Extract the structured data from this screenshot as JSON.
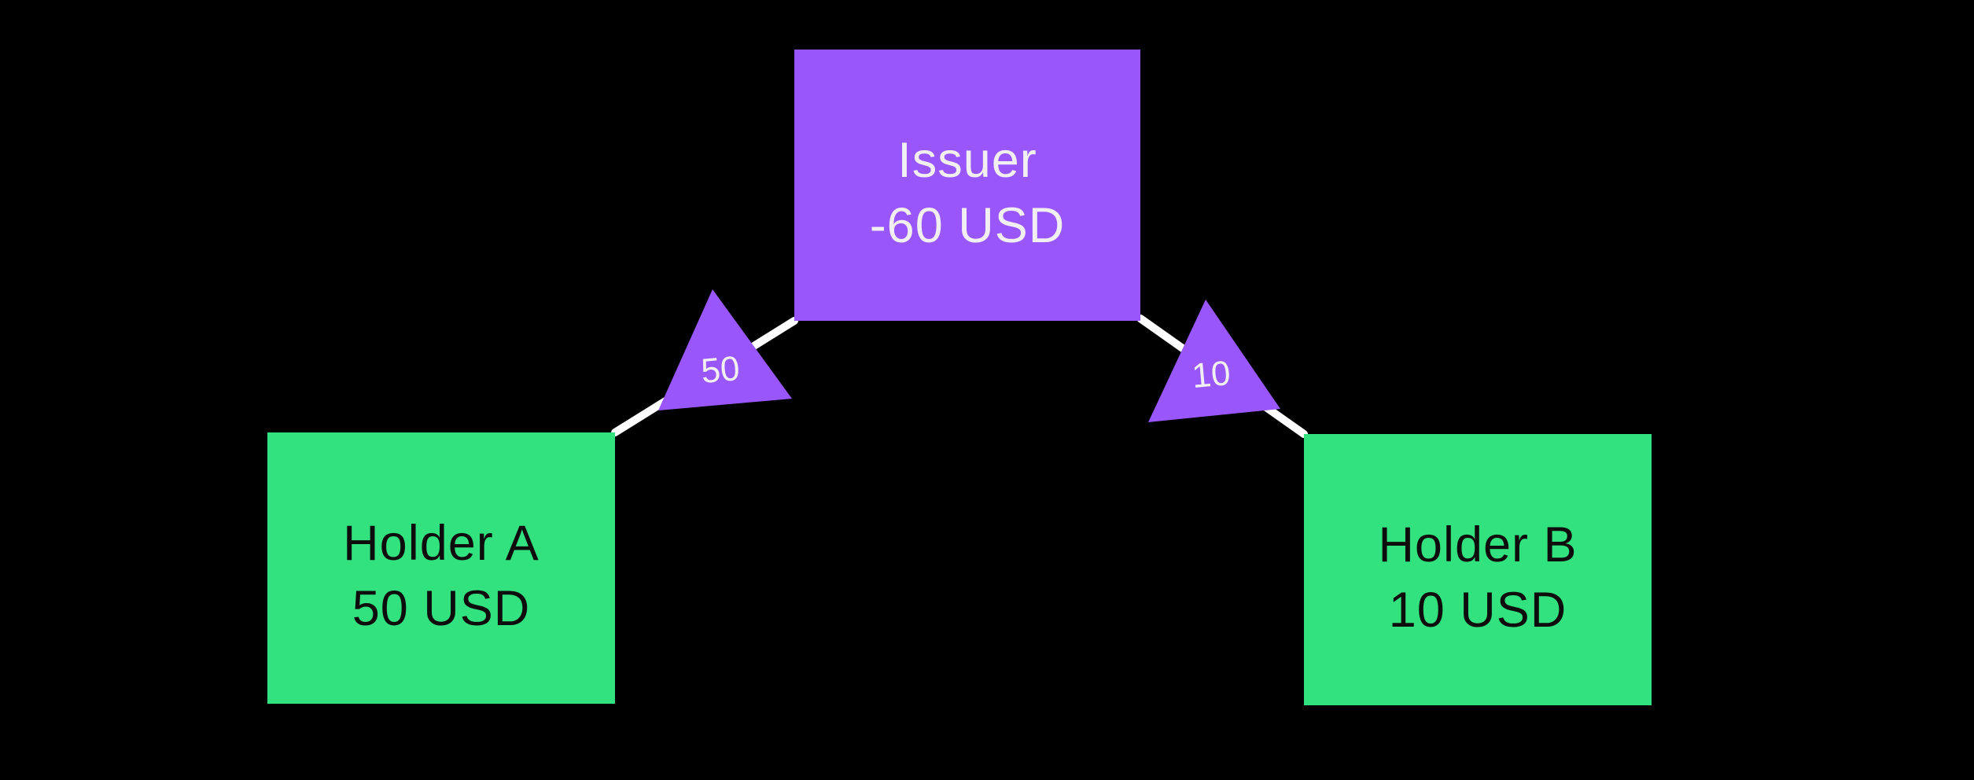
{
  "canvas": {
    "background_color": "#000000"
  },
  "nodes": {
    "issuer": {
      "name": "Issuer",
      "balance": "-60 USD",
      "fill": "#9957FB",
      "text_color": "#F2EFF3"
    },
    "holder_a": {
      "name": "Holder A",
      "balance": "50 USD",
      "fill": "#31E27F",
      "text_color": "#0D0D0D"
    },
    "holder_b": {
      "name": "Holder B",
      "balance": "10 USD",
      "fill": "#31E27F",
      "text_color": "#0D0D0D"
    }
  },
  "edges": {
    "holder_a_to_issuer": {
      "amount": "50",
      "line_color": "#FFFFFF",
      "arrow_fill": "#9957FB",
      "label_color": "#F2EFF3"
    },
    "issuer_to_holder_b": {
      "amount": "10",
      "line_color": "#FFFFFF",
      "arrow_fill": "#9957FB",
      "label_color": "#F2EFF3"
    }
  }
}
